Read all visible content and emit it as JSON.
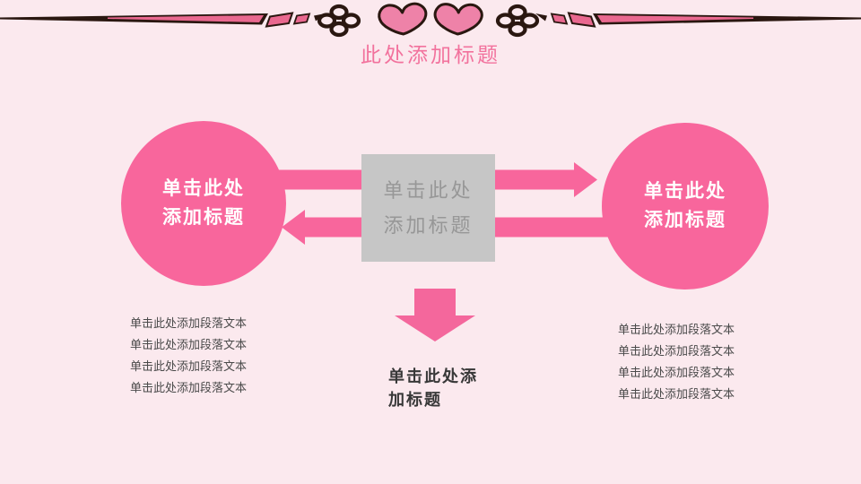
{
  "header": {
    "title": "此处添加标题",
    "ornament_icons": [
      "divider-line",
      "knot-ornament",
      "heart",
      "heart",
      "knot-ornament",
      "divider-line"
    ]
  },
  "colors": {
    "background": "#FBE9EE",
    "shape_pink": "#F8669C",
    "divider_pink": "#E9688F",
    "ornament_dark": "#2A1710",
    "heart_fill": "#EE82A8",
    "title_pink": "#F2729D",
    "box_gray": "#C6C6C6",
    "box_text_gray": "#979797",
    "dark_text": "#383838",
    "list_text": "#4A4A4A"
  },
  "diagram": {
    "left_circle": {
      "line1": "单击此处",
      "line2": "添加标题"
    },
    "center_box": {
      "line1": "单击此处",
      "line2": "添加标题"
    },
    "right_circle": {
      "line1": "单击此处",
      "line2": "添加标题"
    },
    "down_label": {
      "line1": "单击此处添",
      "line2": "加标题"
    }
  },
  "lists": {
    "left": [
      "单击此处添加段落文本",
      "单击此处添加段落文本",
      "单击此处添加段落文本",
      "单击此处添加段落文本"
    ],
    "right": [
      "单击此处添加段落文本",
      "单击此处添加段落文本",
      "单击此处添加段落文本",
      "单击此处添加段落文本"
    ]
  }
}
